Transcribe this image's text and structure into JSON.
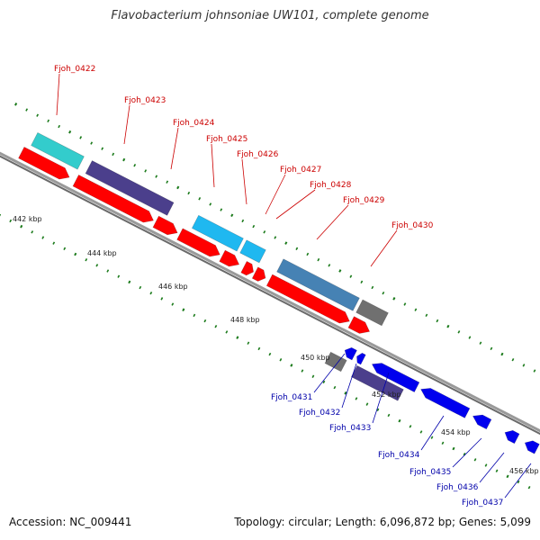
{
  "header": {
    "title": "Flavobacterium johnsoniae UW101, complete genome"
  },
  "footer": {
    "accession": "Accession: NC_009441",
    "summary": "Topology: circular; Length: 6,096,872 bp; Genes: 5,099"
  },
  "colors": {
    "backbone": "#8a8a8a",
    "cds": "#ff0000",
    "forward_label": "#cc0000",
    "reverse_label": "#0000aa",
    "tick": "#1a7a1a",
    "teal": "#33cccc",
    "purple": "#4b3f8c",
    "skyblue": "#1fb8f0",
    "steelblue": "#4682b4",
    "gray": "#707070",
    "blue": "#0000ee"
  },
  "kbp_labels": [
    "442 kbp",
    "444 kbp",
    "446 kbp",
    "448 kbp",
    "450 kbp",
    "452 kbp",
    "454 kbp",
    "456 kbp"
  ],
  "forward_genes": [
    "Fjoh_0422",
    "Fjoh_0423",
    "Fjoh_0424",
    "Fjoh_0425",
    "Fjoh_0426",
    "Fjoh_0427",
    "Fjoh_0428",
    "Fjoh_0429",
    "Fjoh_0430"
  ],
  "reverse_genes": [
    "Fjoh_0431",
    "Fjoh_0432",
    "Fjoh_0433",
    "Fjoh_0434",
    "Fjoh_0435",
    "Fjoh_0436",
    "Fjoh_0437"
  ]
}
